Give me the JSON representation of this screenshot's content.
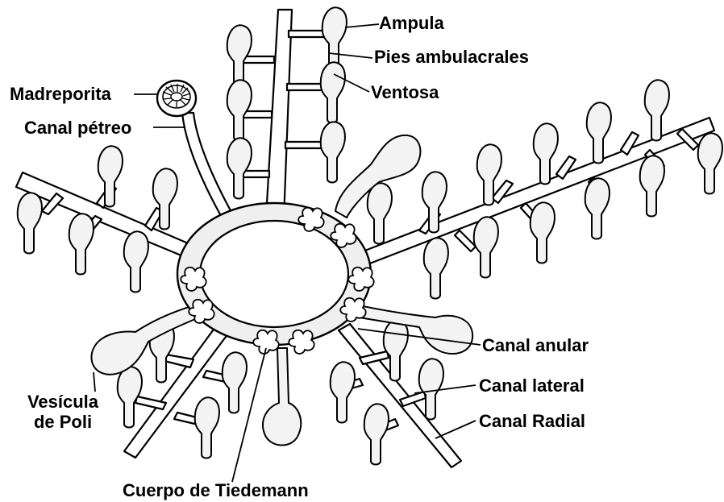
{
  "labels": {
    "ampula": "Ampula",
    "pies": "Pies ambulacrales",
    "ventosa": "Ventosa",
    "madreporita": "Madreporita",
    "canal_petreo": "Canal pétreo",
    "canal_anular": "Canal anular",
    "canal_lateral": "Canal lateral",
    "canal_radial": "Canal Radial",
    "vesicula_line1": "Vesícula",
    "vesicula_line2": "de Poli",
    "cuerpo": "Cuerpo de Tiedemann"
  }
}
